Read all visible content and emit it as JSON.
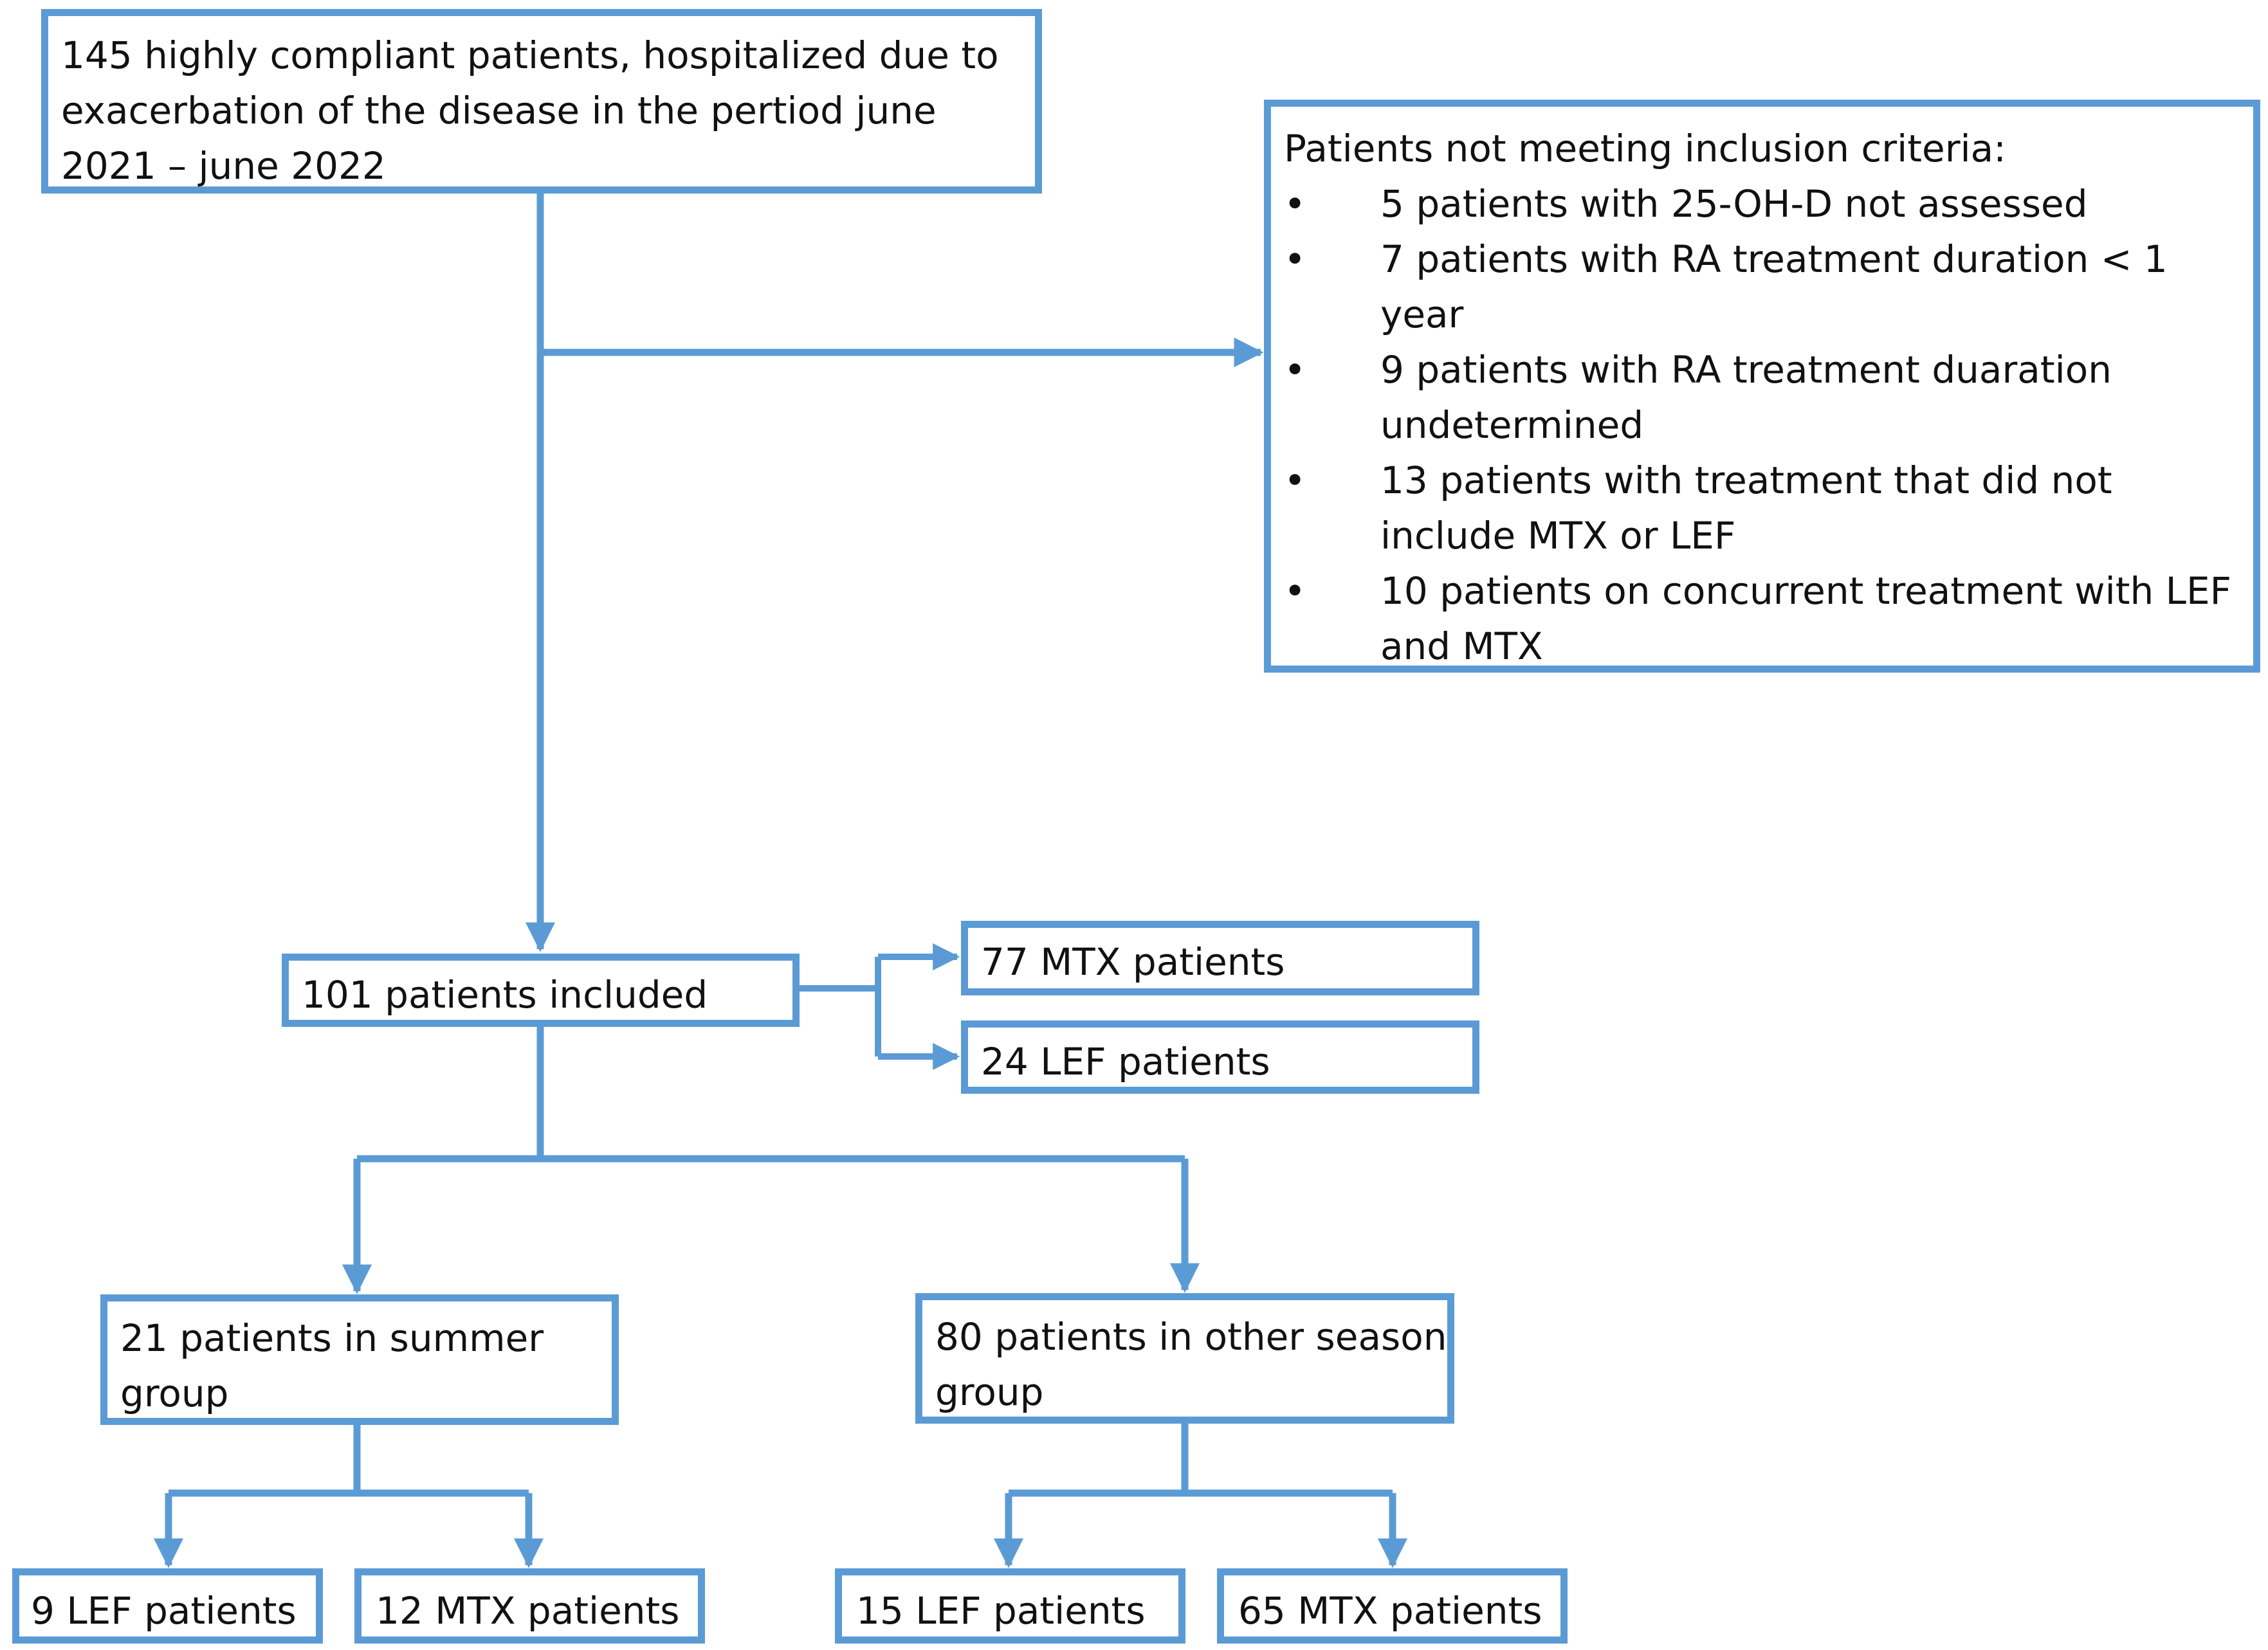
{
  "flowchart": {
    "colors": {
      "border": "#5b9bd5",
      "connector": "#5b9bd5",
      "text": "#111111"
    },
    "top_box": {
      "lines": [
        "145 highly compliant patients, hospitalized due to",
        "exacerbation of the disease in the pertiod june",
        "2021 – june 2022"
      ]
    },
    "exclusion_box": {
      "title": "Patients not meeting inclusion criteria:",
      "bullet": "•",
      "items": [
        {
          "lines": [
            "5 patients with 25-OH-D not assessed"
          ]
        },
        {
          "lines": [
            "7 patients  with RA treatment duration < 1",
            "year"
          ]
        },
        {
          "lines": [
            "9 patients with RA treatment duaration",
            "undetermined"
          ]
        },
        {
          "lines": [
            "13 patients with treatment that did not",
            "include MTX or LEF"
          ]
        },
        {
          "lines": [
            " 10 patients on concurrent treatment with LEF",
            "and MTX"
          ]
        }
      ]
    },
    "included_box": {
      "label": "101 patients included"
    },
    "mtx_all_box": {
      "label": "77 MTX patients"
    },
    "lef_all_box": {
      "label": "24 LEF patients"
    },
    "summer_box": {
      "lines": [
        "21 patients in summer",
        "group"
      ]
    },
    "other_box": {
      "lines": [
        "80 patients in other season",
        "group"
      ]
    },
    "summer_lef_box": {
      "label": "9 LEF patients"
    },
    "summer_mtx_box": {
      "label": "12 MTX patients"
    },
    "other_lef_box": {
      "label": "15 LEF patients"
    },
    "other_mtx_box": {
      "label": "65 MTX patients"
    }
  }
}
